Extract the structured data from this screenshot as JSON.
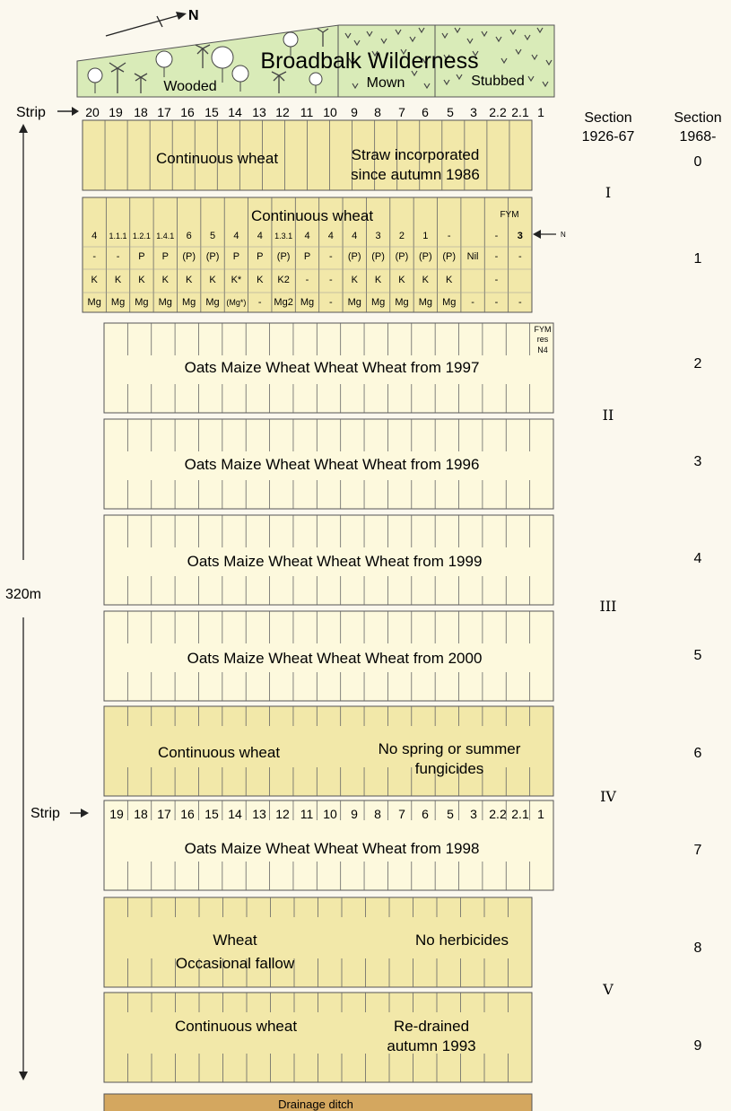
{
  "header": {
    "north_label": "N",
    "wilderness_title": "Broadbalk Wilderness",
    "wilderness_parts": [
      "Wooded",
      "Mown",
      "Stubbed"
    ]
  },
  "colors": {
    "background": "#fbf8ee",
    "wilderness_fill": "#d9ebb8",
    "plot_dark": "#f2e8a9",
    "plot_light": "#fdf9dd",
    "ditch": "#d4a75f"
  },
  "strips_label": "Strip",
  "strips_top": [
    "20",
    "19",
    "18",
    "17",
    "16",
    "15",
    "14",
    "13",
    "12",
    "11",
    "10",
    "9",
    "8",
    "7",
    "6",
    "5",
    "3",
    "2.2",
    "2.1",
    "1"
  ],
  "strips_lower": [
    "19",
    "18",
    "17",
    "16",
    "15",
    "14",
    "13",
    "12",
    "11",
    "10",
    "9",
    "8",
    "7",
    "6",
    "5",
    "3",
    "2.2",
    "2.1",
    "1"
  ],
  "column_headers": {
    "old": [
      "Section",
      "1926-67"
    ],
    "new": [
      "Section",
      "1968-"
    ]
  },
  "length_label": "320m",
  "old_sections": [
    "I",
    "II",
    "III",
    "IV",
    "V"
  ],
  "new_sections": [
    "0",
    "1",
    "2",
    "3",
    "4",
    "5",
    "6",
    "7",
    "8",
    "9"
  ],
  "section0": [
    "Continuous wheat",
    "Straw incorporated",
    "since autumn 1986"
  ],
  "section1": {
    "title": "Continuous wheat",
    "fym": "FYM",
    "n_label": "N",
    "rows": [
      [
        "4",
        "1.1.1",
        "1.2.1",
        "1.4.1",
        "6",
        "5",
        "4",
        "4",
        "1.3.1",
        "4",
        "4",
        "4",
        "3",
        "2",
        "1",
        "-",
        "",
        "-",
        "3"
      ],
      [
        "-",
        "-",
        "P",
        "P",
        "(P)",
        "(P)",
        "P",
        "P",
        "(P)",
        "P",
        "-",
        "(P)",
        "(P)",
        "(P)",
        "(P)",
        "(P)",
        "Nil",
        "-",
        "-"
      ],
      [
        "K",
        "K",
        "K",
        "K",
        "K",
        "K",
        "K*",
        "K",
        "K2",
        "-",
        "-",
        "K",
        "K",
        "K",
        "K",
        "K",
        "",
        "-",
        ""
      ],
      [
        "Mg",
        "Mg",
        "Mg",
        "Mg",
        "Mg",
        "Mg",
        "(Mg*)",
        "-",
        "Mg2",
        "Mg",
        "-",
        "Mg",
        "Mg",
        "Mg",
        "Mg",
        "Mg",
        "-",
        "-",
        "-"
      ]
    ]
  },
  "section2": {
    "label": "Oats Maize Wheat Wheat Wheat from 1997",
    "note": [
      "FYM",
      "res",
      "N4"
    ]
  },
  "section3": "Oats Maize Wheat Wheat Wheat from 1996",
  "section4": "Oats Maize Wheat Wheat Wheat from 1999",
  "section5": "Oats Maize Wheat Wheat Wheat from 2000",
  "section6": {
    "left": "Continuous wheat",
    "right": [
      "No spring or summer",
      "fungicides"
    ]
  },
  "section7": "Oats Maize Wheat Wheat Wheat from 1998",
  "section8": {
    "left": [
      "Wheat",
      "Occasional fallow"
    ],
    "right": "No herbicides"
  },
  "section9": {
    "left": "Continuous wheat",
    "right": [
      "Re-drained",
      "autumn 1993"
    ]
  },
  "ditch_label": "Drainage ditch"
}
